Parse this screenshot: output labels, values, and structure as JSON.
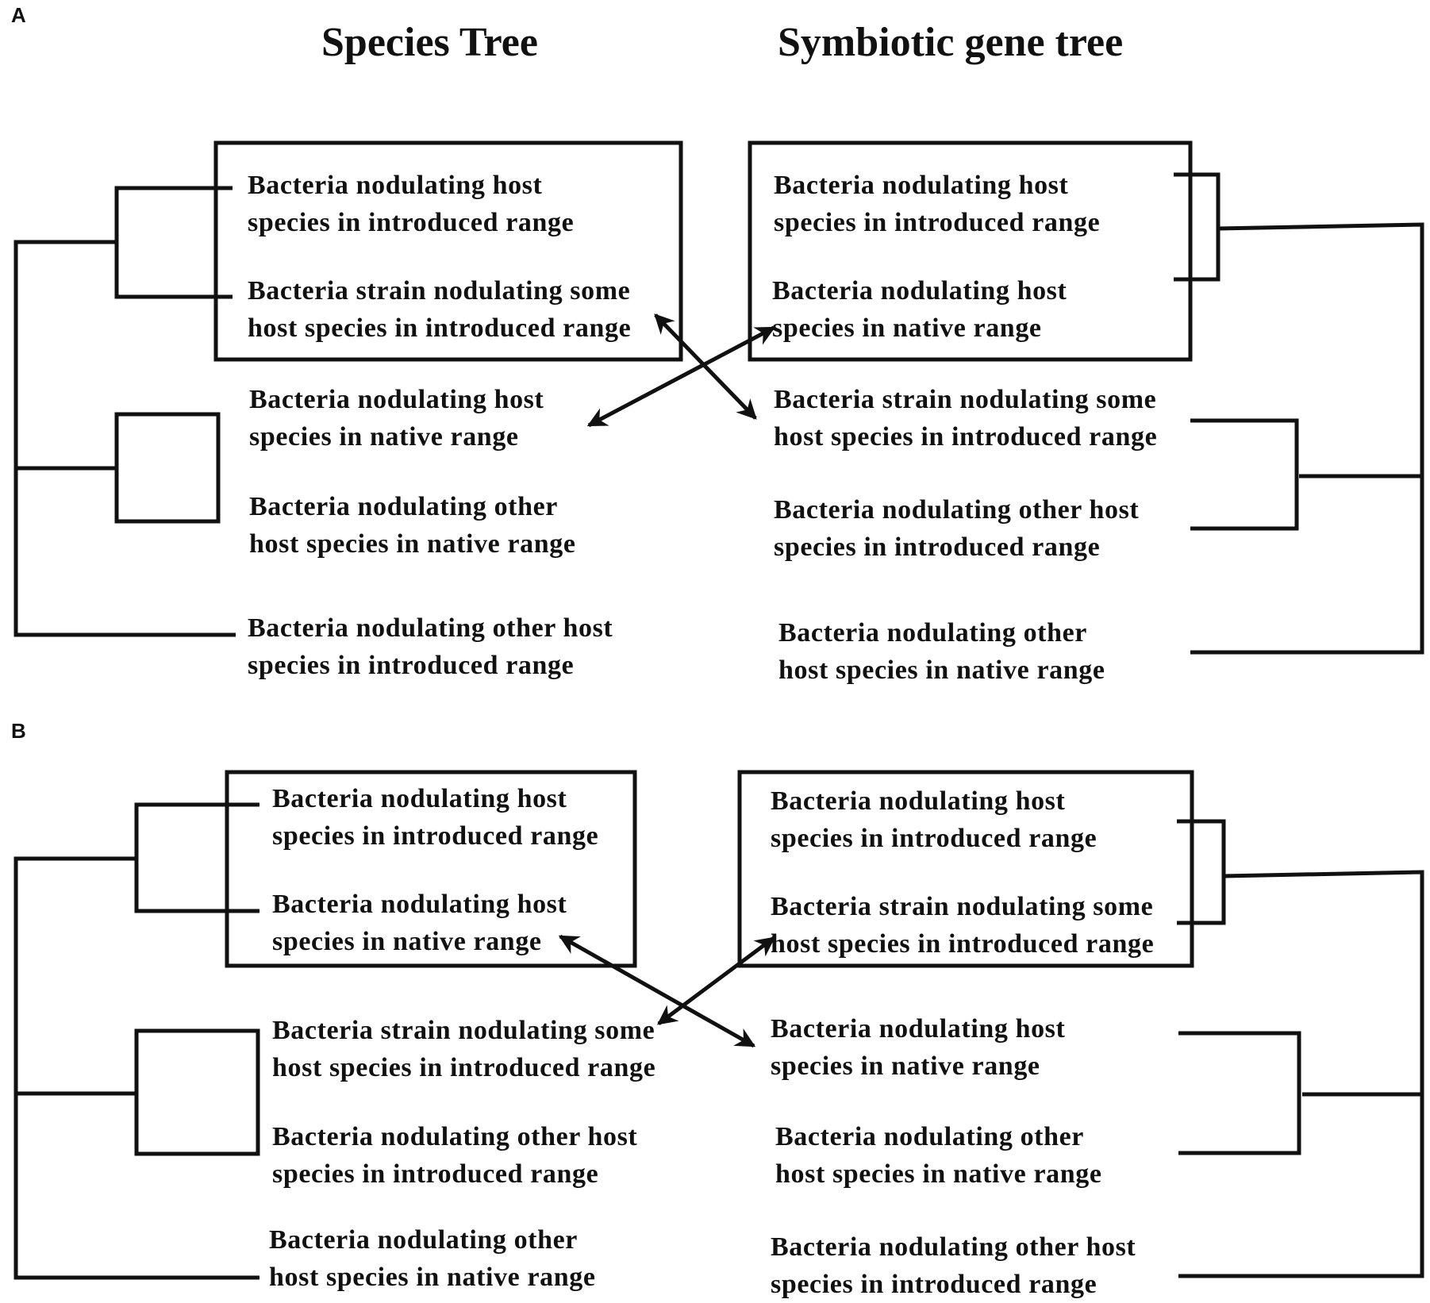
{
  "panels": {
    "a": {
      "label": "A"
    },
    "b": {
      "label": "B"
    }
  },
  "titles": {
    "species": "Species Tree",
    "gene": "Symbiotic gene tree"
  },
  "panel_a": {
    "species_leaves": [
      [
        "Bacteria nodulating host",
        "species in introduced range"
      ],
      [
        "Bacteria strain nodulating some",
        "host species in introduced range"
      ],
      [
        "Bacteria nodulating host",
        "species in native range"
      ],
      [
        "Bacteria nodulating other",
        "host species in native range"
      ],
      [
        "Bacteria nodulating other host",
        "species in introduced range"
      ]
    ],
    "gene_leaves": [
      [
        "Bacteria nodulating host",
        "species in introduced range"
      ],
      [
        "Bacteria nodulating host",
        "species in native range"
      ],
      [
        "Bacteria strain nodulating some",
        "host species in introduced range"
      ],
      [
        "Bacteria nodulating other host",
        "species in introduced range"
      ],
      [
        "Bacteria nodulating other",
        "host species in native range"
      ]
    ]
  },
  "panel_b": {
    "species_leaves": [
      [
        "Bacteria nodulating host",
        "species in introduced range"
      ],
      [
        "Bacteria nodulating host",
        "species in native range"
      ],
      [
        "Bacteria strain nodulating some",
        "host species in introduced range"
      ],
      [
        "Bacteria nodulating other host",
        "species in introduced range"
      ],
      [
        "Bacteria nodulating other",
        "host species in native range"
      ]
    ],
    "gene_leaves": [
      [
        "Bacteria nodulating host",
        "species in introduced range"
      ],
      [
        "Bacteria strain nodulating some",
        "host species in introduced range"
      ],
      [
        "Bacteria nodulating host",
        "species in native range"
      ],
      [
        "Bacteria nodulating other",
        "host species in native range"
      ],
      [
        "Bacteria nodulating other host",
        "species in introduced range"
      ]
    ]
  }
}
